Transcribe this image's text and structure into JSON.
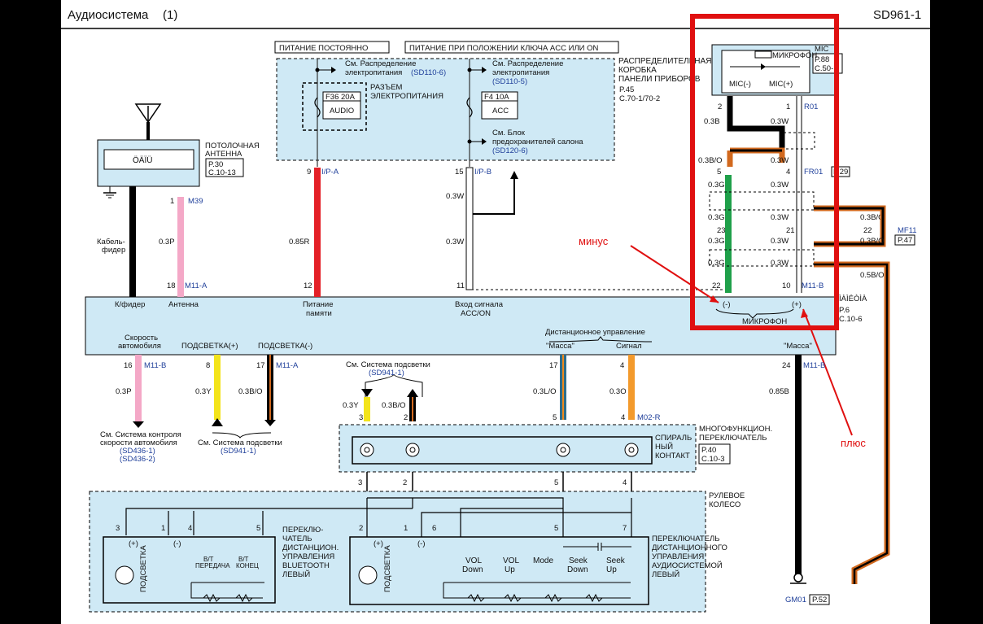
{
  "header": {
    "title": "Аудиосистема",
    "title_num": "(1)",
    "code": "SD961-1"
  },
  "power": {
    "const_label": "ПИТАНИЕ ПОСТОЯННО",
    "ign_label": "ПИТАНИЕ ПРИ ПОЛОЖЕНИИ КЛЮЧА ACC ИЛИ ON"
  },
  "junction_box": {
    "name_lines": [
      "РАСПРЕДЕЛИТЕЛЬНАЯ",
      "КОРОБКА",
      "ПАНЕЛИ ПРИБОРОВ"
    ],
    "ref1": "P.45",
    "ref2": "C.70-1/70-2",
    "see1_lines": [
      "См. Распределение",
      "электропитания"
    ],
    "see1_ref": "(SD110-6)",
    "see2_lines": [
      "См. Распределение",
      "электропитания"
    ],
    "see2_ref": "(SD110-5)",
    "see3_lines": [
      "См. Блок",
      "предохранителей салона"
    ],
    "see3_ref": "(SD120-6)",
    "connector_lines": [
      "РАЗЪЕМ",
      "ЭЛЕКТРОПИТАНИЯ"
    ],
    "fuse1_rating": "F36 20A",
    "fuse1_name": "AUDIO",
    "fuse2_rating": "F4 10A",
    "fuse2_name": "ACC",
    "pin_ipa": "9",
    "conn_ipa": "I/P-A",
    "pin_ipb": "15",
    "conn_ipb": "I/P-B"
  },
  "antenna": {
    "name_lines": [
      "ПОТОЛОЧНАЯ",
      "АНТЕННА"
    ],
    "ref1": "P.30",
    "ref2": "C.10-13",
    "module_text": "ÖÄÏÜ",
    "pin": "1",
    "conn": "M39",
    "wire": "0.3P",
    "cable_lines": [
      "Кабель-",
      "фидер"
    ]
  },
  "mic": {
    "label": "MIC",
    "ref1": "P.88",
    "ref2": "C.50-1",
    "mic_name": "МИКРОФОН",
    "minus": "MIC(-)",
    "plus": "MIC(+)",
    "pin_left": "2",
    "pin_right": "1",
    "conn": "R01",
    "wire_b": "0.3B",
    "wire_w": "0.3W"
  },
  "fr01": {
    "pin_left": "5",
    "pin_right": "4",
    "conn": "FR01",
    "ref": "P.29",
    "wire_bo": "0.3B/O",
    "wire_g": "0.3G",
    "wire_w": "0.3W"
  },
  "mf11": {
    "pin_left": "23",
    "pin_right": "21",
    "pin_far": "22",
    "conn": "MF11",
    "ref": "P.47",
    "wire_bo": "0.3B/O",
    "wire_g": "0.3G",
    "wire_w": "0.3W"
  },
  "head_unit": {
    "top_pins": [
      {
        "pin": "18",
        "conn": "M11-A",
        "label_lines": [
          "Антенна"
        ]
      },
      {
        "pin": "12",
        "conn": "",
        "label_lines": [
          "Питание",
          "памяти"
        ]
      },
      {
        "pin": "11",
        "conn": "",
        "label_lines": [
          "Вход сигнала",
          "ACC/ON"
        ]
      },
      {
        "pin": "22",
        "conn": "",
        "label_lines": [
          "(-)"
        ]
      },
      {
        "pin": "10",
        "conn": "M11-B",
        "label_lines": [
          "(+)"
        ]
      }
    ],
    "feeder_label": "К/фидер",
    "wire_ip_a": "0.85R",
    "wire_ip_b": "0.3W",
    "wire_ip_b2": "0.3W",
    "mic_label": "МИКРОФОН",
    "garbled": "ÌÀÌÉÒÌÀ",
    "ref1": "P.6",
    "ref2": "C.10-6",
    "wire_bo_mic": "0.5B/O",
    "bottom_speed_lines": [
      "Скорость",
      "автомобиля"
    ],
    "illum_plus": "ПОДСВЕТКА(+)",
    "illum_minus": "ПОДСВЕТКА(-)",
    "remote_label": "Дистанционное управление",
    "remote_gnd": "\"Масса\"",
    "remote_sig": "Сигнал",
    "gnd_label": "\"Масса\""
  },
  "bottom_wires": {
    "speed": {
      "pin": "16",
      "conn": "M11-B",
      "wire": "0.3P"
    },
    "illum_p": {
      "pin": "8",
      "wire": "0.3Y"
    },
    "illum_m": {
      "pin": "17",
      "conn": "M11-A",
      "wire": "0.3B/O"
    },
    "remote_g": {
      "pin": "17",
      "wire": "0.3L/O"
    },
    "remote_s": {
      "pin": "4",
      "wire": "0.3O",
      "conn": "M02-R"
    },
    "ground": {
      "pin": "24",
      "conn": "M11-B",
      "wire": "0.85B",
      "gm": "GM01",
      "gm_ref": "P.52"
    }
  },
  "see_speed": {
    "lines": [
      "См. Система контроля",
      "скорости автомобиля"
    ],
    "ref1": "(SD436-1)",
    "ref2": "(SD436-2)"
  },
  "see_illum": {
    "line": "См. Система подсветки",
    "ref": "(SD941-1)"
  },
  "see_illum2": {
    "line": "См. Система подсветки",
    "ref": "(SD941-1)",
    "wire_y": "0.3Y",
    "wire_bo": "0.3B/O"
  },
  "clock_spring": {
    "label_lines": [
      "СПИРАЛЬ",
      "НЫЙ",
      "КОНТАКТ"
    ],
    "multi_lines": [
      "МНОГОФУНКЦИОН.",
      "ПЕРЕКЛЮЧАТЕЛЬ"
    ],
    "ref1": "P.40",
    "ref2": "C.10-3",
    "top_pins": [
      "3",
      "2",
      "5",
      "4"
    ],
    "bottom_pins": [
      "3",
      "2",
      "5",
      "4"
    ]
  },
  "steering": {
    "label_lines": [
      "РУЛЕВОЕ",
      "КОЛЕСО"
    ],
    "bt_lines": [
      "ПЕРЕКЛЮ-",
      "ЧАТЕЛЬ",
      "ДИСТАНЦИОН.",
      "УПРАВЛЕНИЯ",
      "BLUETOOTH",
      "ЛЕВЫЙ"
    ],
    "audio_lines": [
      "ПЕРЕКЛЮЧАТЕЛЬ",
      "ДИСТАНЦИОННОГО",
      "УПРАВЛЕНИЯ",
      "АУДИОСИСТЕМОЙ",
      "ЛЕВЫЙ"
    ],
    "bt_pins": [
      "3",
      "1",
      "4",
      "5"
    ],
    "audio_pins": [
      "2",
      "1",
      "6",
      "5",
      "7"
    ],
    "illum": "ПОДСВЕТКА",
    "plus": "(+)",
    "minus": "(-)",
    "bt_send": [
      "B/T",
      "ПЕРЕДАЧА"
    ],
    "bt_end": [
      "B/T",
      "КОНЕЦ"
    ],
    "buttons": [
      [
        "VOL",
        "Down"
      ],
      [
        "VOL",
        "Up"
      ],
      [
        "Mode"
      ],
      [
        "Seek",
        "Down"
      ],
      [
        "Seek",
        "Up"
      ]
    ]
  },
  "annotations": {
    "minus": "минус",
    "plus": "плюс"
  }
}
